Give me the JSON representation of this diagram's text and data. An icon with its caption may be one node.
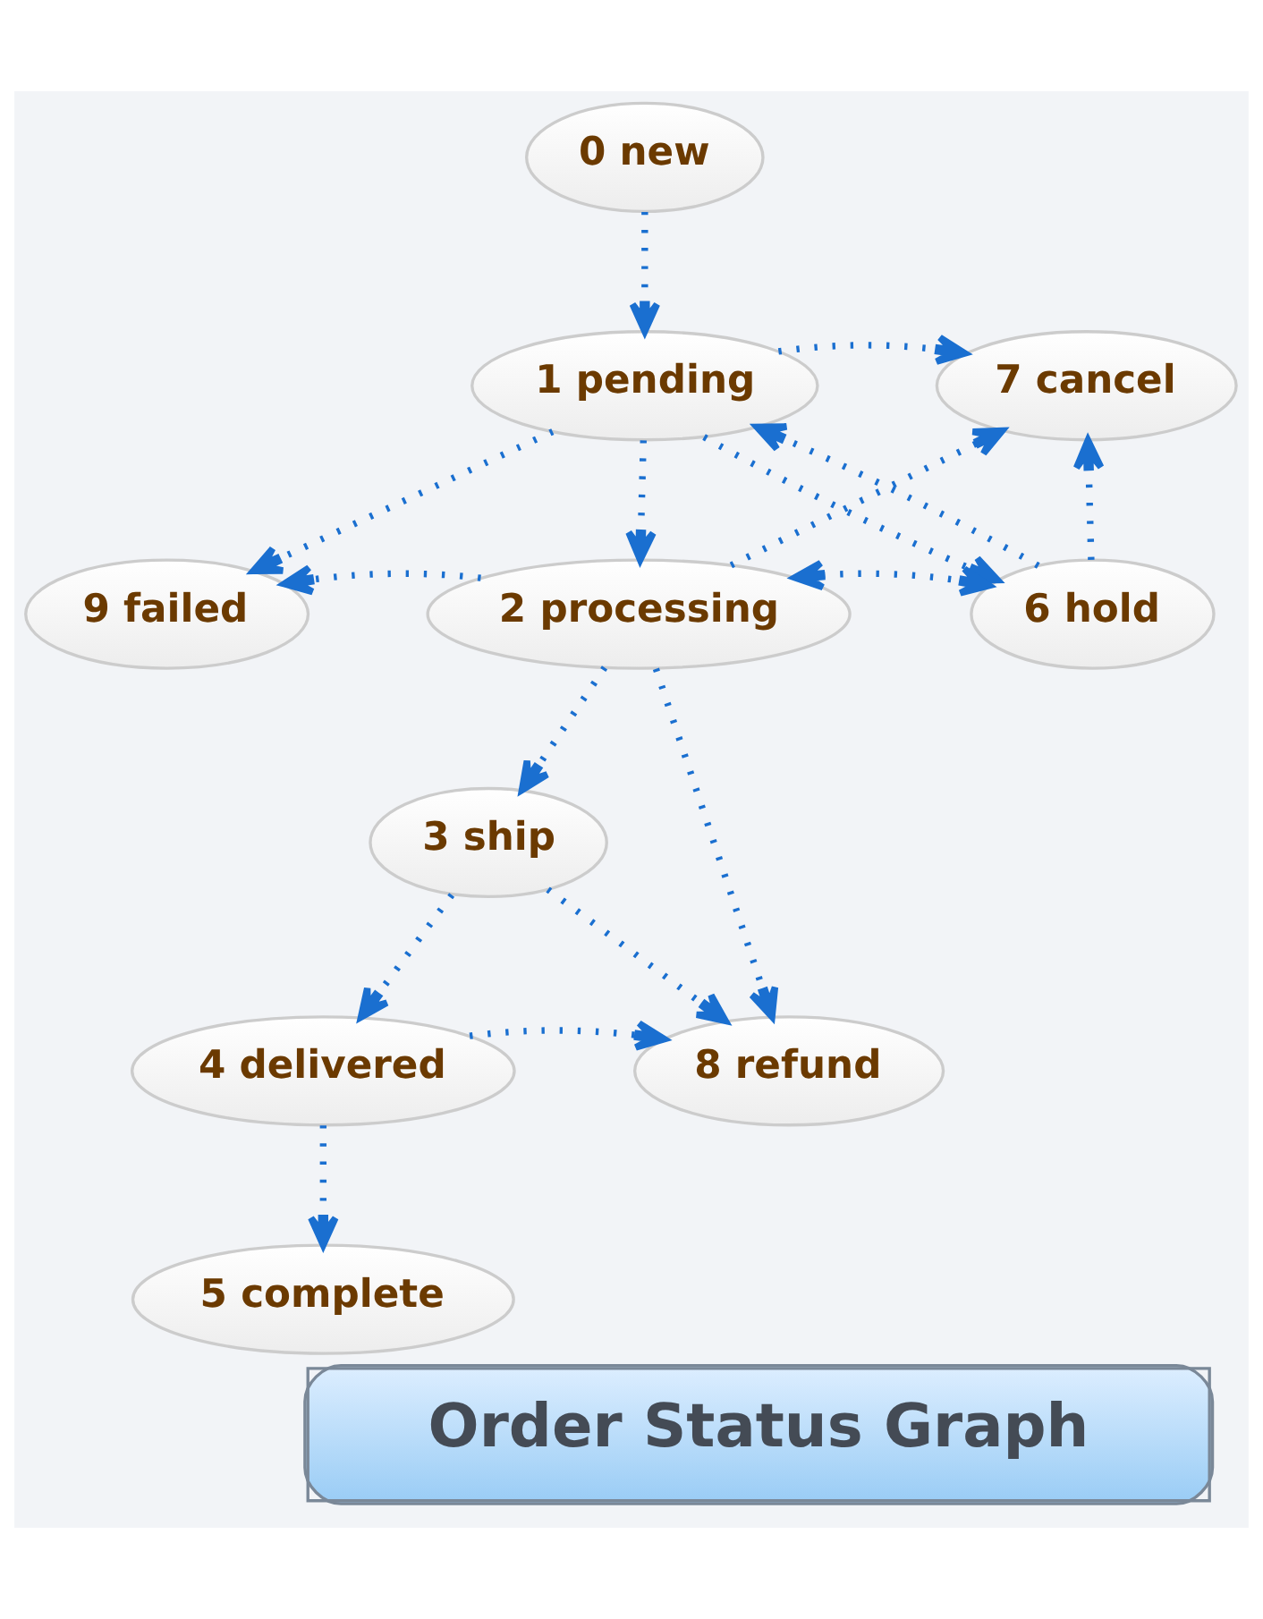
{
  "diagram": {
    "title": "Order Status Graph",
    "nodes": [
      {
        "text": [
          "0 new"
        ]
      },
      {
        "text": [
          "1 pending"
        ]
      },
      {
        "text": [
          "7 cancel"
        ]
      },
      {
        "text": [
          "9 failed"
        ]
      },
      {
        "text": [
          "2 processing"
        ]
      },
      {
        "text": [
          "6 hold"
        ]
      },
      {
        "text": [
          "3 ship"
        ]
      },
      {
        "text": [
          "4 delivered"
        ]
      },
      {
        "text": [
          "8 refund"
        ]
      },
      {
        "text": [
          "5 complete"
        ]
      }
    ],
    "edges": [
      {
        "from": 0,
        "to": 1,
        "arrow": "to"
      },
      {
        "from": 1,
        "to": 2,
        "arrow": "to"
      },
      {
        "from": 1,
        "to": 5,
        "arrow": "to"
      },
      {
        "from": 5,
        "to": 1,
        "arrow": "to"
      },
      {
        "from": 1,
        "to": 4,
        "arrow": "to"
      },
      {
        "from": 1,
        "to": 3,
        "arrow": "to"
      },
      {
        "from": 4,
        "to": 3,
        "arrow": "to"
      },
      {
        "from": 4,
        "to": 2,
        "arrow": "to"
      },
      {
        "from": 4,
        "to": 5,
        "arrow": "both"
      },
      {
        "from": 5,
        "to": 2,
        "arrow": "to"
      },
      {
        "from": 4,
        "to": 6,
        "arrow": "to"
      },
      {
        "from": 4,
        "to": 8,
        "arrow": "to"
      },
      {
        "from": 6,
        "to": 8,
        "arrow": "to"
      },
      {
        "from": 6,
        "to": 7,
        "arrow": "to"
      },
      {
        "from": 7,
        "to": 8,
        "arrow": "to"
      },
      {
        "from": 7,
        "to": 9,
        "arrow": "to"
      }
    ]
  }
}
